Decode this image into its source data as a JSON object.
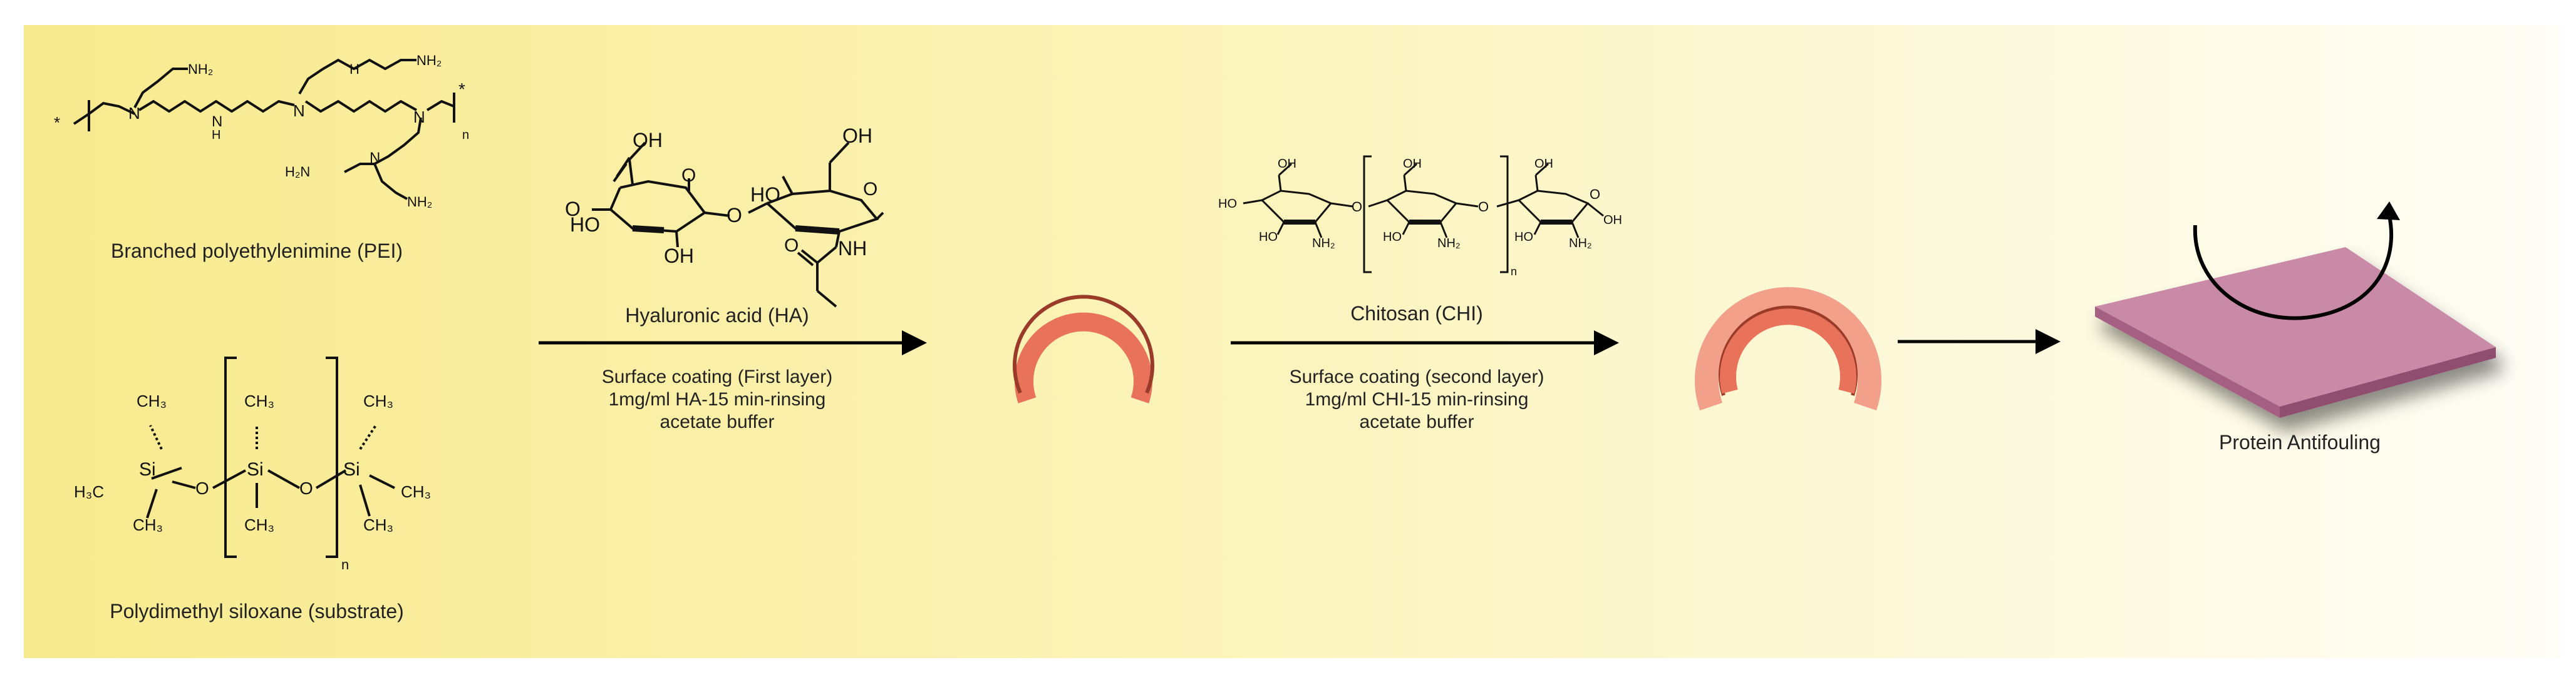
{
  "labels": {
    "pei": "Branched polyethylenimine (PEI)",
    "pdms": "Polydimethyl siloxane (substrate)",
    "ha": "Hyaluronic acid (HA)",
    "chi": "Chitosan (CHI)",
    "step1_line1": "Surface coating (First layer)",
    "step1_line2": "1mg/ml HA-15 min-rinsing",
    "step1_line3": "acetate buffer",
    "step2_line1": "Surface coating (second layer)",
    "step2_line2": "1mg/ml CHI-15 min-rinsing",
    "step2_line3": "acetate buffer",
    "result": "Protein Antifouling"
  },
  "chem_text": {
    "nh2": "NH₂",
    "h2n": "H₂N",
    "n": "N",
    "h": "H",
    "star": "*",
    "sub_n": "n",
    "ch3": "CH₃",
    "h3c": "H₃C",
    "si": "Si",
    "o": "O",
    "oh": "OH",
    "ho": "HO",
    "nh": "NH",
    "nh2_small": "NH₂"
  },
  "colors": {
    "bg_yellow": "#fbf3b0",
    "ring_inner": "#e8735a",
    "ring_outer": "#f2a08a",
    "ring_edge": "#9a3b2a",
    "plate_top": "#c98aa8",
    "plate_side": "#8f4d6f"
  }
}
